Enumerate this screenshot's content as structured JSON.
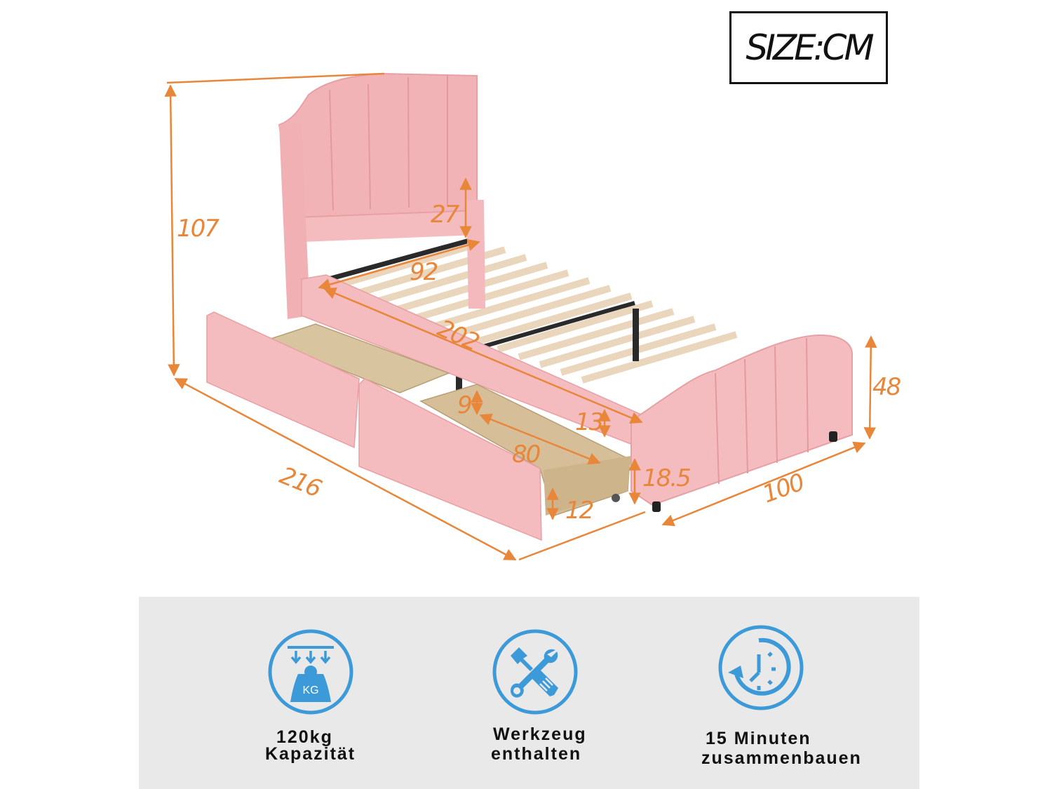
{
  "header": {
    "size_unit_label": "SIZE:CM"
  },
  "colors": {
    "dimension_orange": "#e8863a",
    "bed_pink": "#f2b6b9",
    "wood": "#d9c4a0",
    "icon_blue": "#3d9ad8",
    "panel_gray": "#e9e9e9"
  },
  "product": {
    "name": "upholstered-single-bed-with-drawers",
    "dimensions": {
      "total_height": "107",
      "headboard_gap": "27",
      "inner_width": "92",
      "inner_length": "202",
      "side_rail_height": "13",
      "drawer_depth_inner": "9",
      "drawer_length": "80",
      "under_bed_clearance": "18.5",
      "drawer_height": "12",
      "total_length": "216",
      "total_width": "100",
      "footboard_height": "48"
    }
  },
  "features": [
    {
      "icon": "weight-kg-icon",
      "icon_text": "KG",
      "line1": "120kg",
      "line2": "Kapazität"
    },
    {
      "icon": "wrench-screwdriver-icon",
      "line1": "Werkzeug",
      "line2": "enthalten"
    },
    {
      "icon": "clock-rotate-icon",
      "line1": "15 Minuten",
      "line2": "zusammenbauen"
    }
  ]
}
